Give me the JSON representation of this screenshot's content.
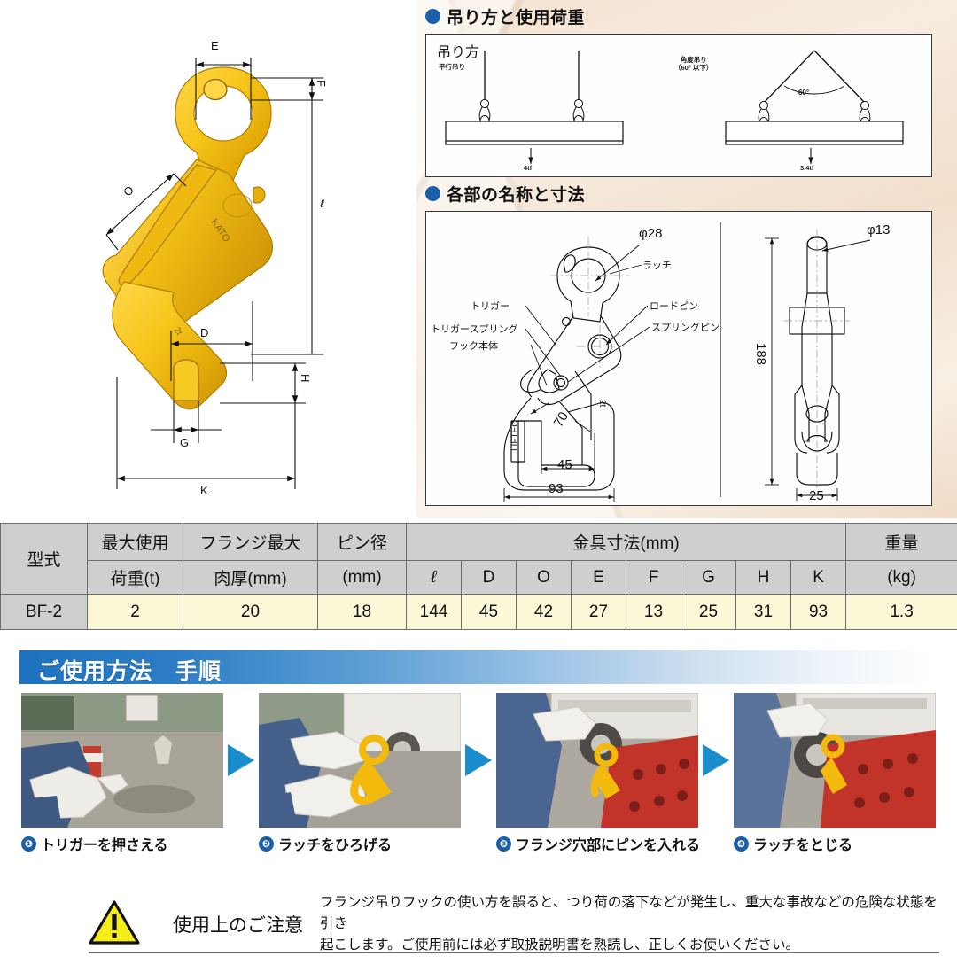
{
  "product": {
    "brand_mark": "LIFTEC",
    "hook_body_mark": "KATO"
  },
  "hook_photo": {
    "dimension_labels": [
      "E",
      "F",
      "O",
      "ℓ",
      "D",
      "H",
      "G",
      "K"
    ]
  },
  "section_lifting": {
    "title": "吊り方と使用荷重",
    "subtitle": "吊り方",
    "left_label": "平行吊り",
    "right_label_line1": "角度吊り",
    "right_label_line2": "（60° 以下）",
    "angle_value": "60°",
    "left_load": "4tf",
    "right_load": "3.4tf"
  },
  "section_parts": {
    "title": "各部の名称と寸法",
    "labels": {
      "trigger": "トリガー",
      "trigger_spring": "トリガースプリング",
      "hook_body": "フック本体",
      "latch": "ラッチ",
      "load_pin": "ロードピン",
      "spring_pin": "スプリングピン"
    },
    "dimensions": {
      "hole_dia": "φ28",
      "pin_dia": "φ13",
      "d70": "70",
      "d45": "45",
      "d93": "93",
      "d188": "188",
      "d25": "25",
      "capacity_mark": "2t"
    }
  },
  "spec_table": {
    "headers": {
      "model": "型式",
      "max_load_l1": "最大使用",
      "max_load_l2": "荷重(t)",
      "flange_l1": "フランジ最大",
      "flange_l2": "肉厚(mm)",
      "pin_l1": "ピン径",
      "pin_l2": "(mm)",
      "fitting": "金具寸法(mm)",
      "weight_l1": "重量",
      "weight_l2": "(kg)"
    },
    "dim_columns": [
      "ℓ",
      "D",
      "O",
      "E",
      "F",
      "G",
      "H",
      "K"
    ],
    "row": {
      "model": "BF-2",
      "max_load": "2",
      "flange_thickness": "20",
      "pin_diameter": "18",
      "dims": [
        "144",
        "45",
        "42",
        "27",
        "13",
        "25",
        "31",
        "93"
      ],
      "weight": "1.3"
    }
  },
  "usage": {
    "banner_title": "ご使用方法　手順",
    "steps": [
      {
        "num": "❶",
        "caption": "トリガーを押さえる"
      },
      {
        "num": "❷",
        "caption": "ラッチをひろげる"
      },
      {
        "num": "❸",
        "caption": "フランジ穴部にピンを入れる"
      },
      {
        "num": "❹",
        "caption": "ラッチをとじる"
      }
    ]
  },
  "caution": {
    "heading": "使用上のご注意",
    "line1": "フランジ吊りフックの使い方を誤ると、つり荷の落下などが発生し、重大な事故などの危険な状態を引き",
    "line2": "起こします。ご使用前には必ず取扱説明書を熟読し、正しくお使いください。"
  },
  "colors": {
    "accent_blue": "#1b5fa8",
    "hook_yellow": "#f5c518",
    "table_header": "#cfcfcf",
    "table_value": "#fbf8d7",
    "warning_yellow": "#f5ec1b",
    "flange_red": "#c2332a"
  }
}
